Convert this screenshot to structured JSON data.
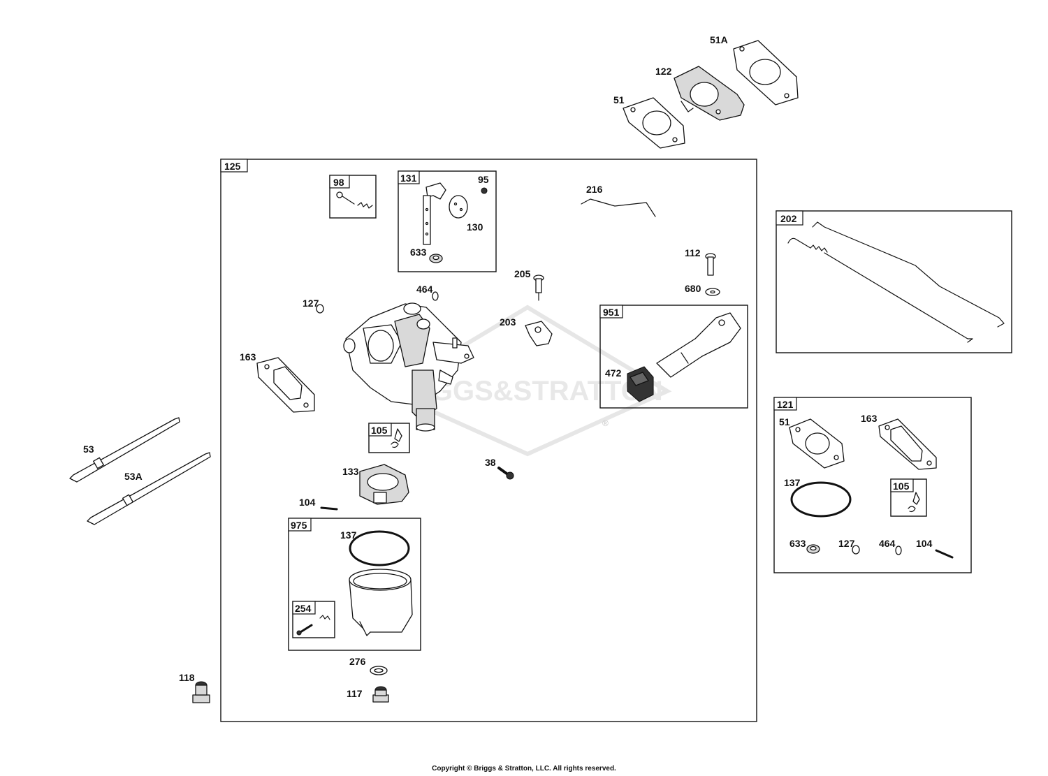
{
  "watermark": {
    "text": "BRIGGS&STRATTON",
    "registered": "®"
  },
  "copyright": "Copyright © Briggs & Stratton, LLC. All rights reserved.",
  "boxes": {
    "b125": "125",
    "b98": "98",
    "b131": "131",
    "b202": "202",
    "b951": "951",
    "b121": "121",
    "b105": "105",
    "b975": "975",
    "b254": "254",
    "b105b": "105"
  },
  "labels": {
    "l51A": "51A",
    "l122": "122",
    "l51": "51",
    "l95": "95",
    "l130": "130",
    "l633": "633",
    "l216": "216",
    "l112": "112",
    "l680": "680",
    "l205": "205",
    "l464": "464",
    "l127": "127",
    "l203": "203",
    "l163": "163",
    "l472": "472",
    "l53": "53",
    "l53A": "53A",
    "l38": "38",
    "l133": "133",
    "l104": "104",
    "l137": "137",
    "l276": "276",
    "l117": "117",
    "l118": "118",
    "r51": "51",
    "r163": "163",
    "r137": "137",
    "r633": "633",
    "r127": "127",
    "r464": "464",
    "r104": "104"
  },
  "colors": {
    "line": "#111111",
    "watermark": "#e6e6e6",
    "fill_gray": "#d9d9d9"
  }
}
